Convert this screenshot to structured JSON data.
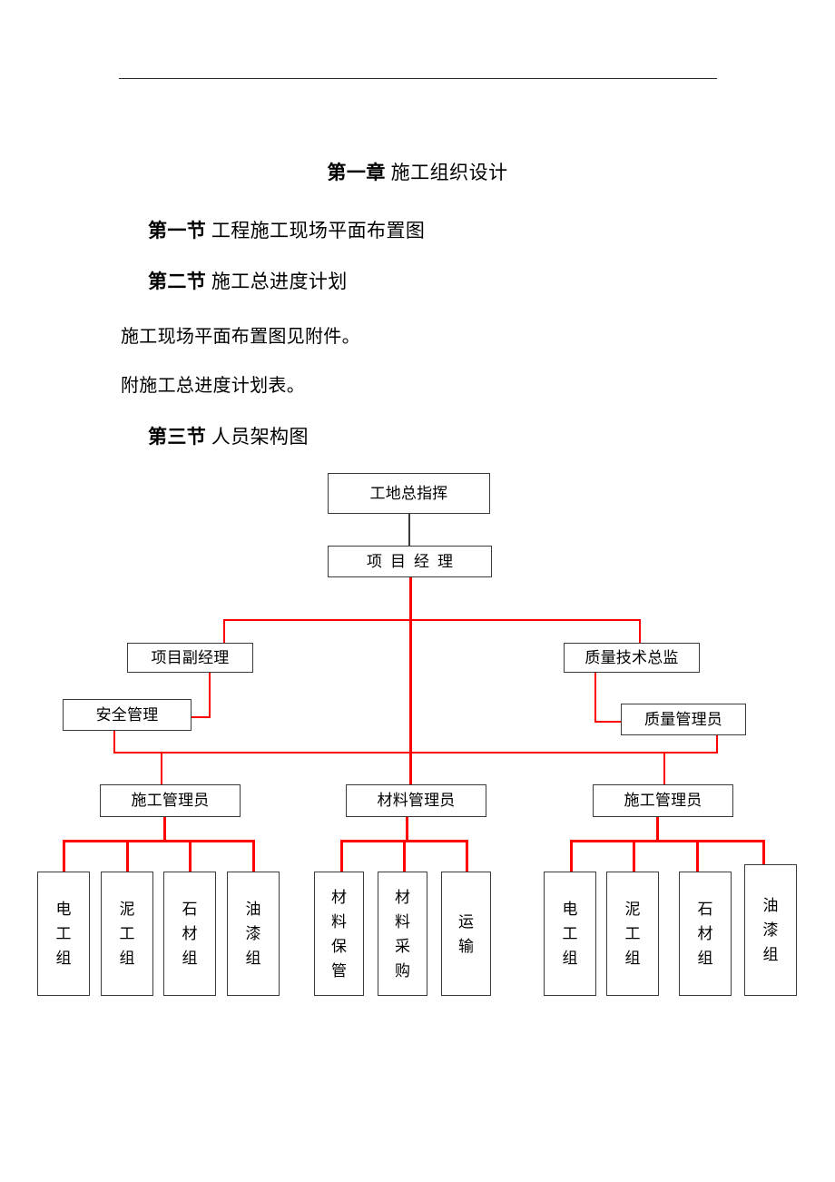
{
  "document": {
    "chapter": {
      "label": "第一章",
      "title": "施工组织设计"
    },
    "sections": [
      {
        "label": "第一节",
        "title": "工程施工现场平面布置图"
      },
      {
        "label": "第二节",
        "title": "施工总进度计划"
      },
      {
        "label": "第三节",
        "title": "人员架构图"
      }
    ],
    "paragraphs": [
      "施工现场平面布置图见附件。",
      "附施工总进度计划表。"
    ]
  },
  "org_chart": {
    "line_color": "#ff0000",
    "box_border_color": "#3a3a3a",
    "nodes": {
      "commander": "工地总指挥",
      "project_manager": "项目经理",
      "deputy_manager": "项目副经理",
      "quality_director": "质量技术总监",
      "safety_management": "安全管理",
      "quality_officer": "质量管理员",
      "construction_manager_left": "施工管理员",
      "material_manager": "材料管理员",
      "construction_manager_right": "施工管理员"
    },
    "leaves_left": [
      {
        "chars": [
          "电",
          "工",
          "组"
        ]
      },
      {
        "chars": [
          "泥",
          "工",
          "组"
        ]
      },
      {
        "chars": [
          "石",
          "材",
          "组"
        ]
      },
      {
        "chars": [
          "油",
          "漆",
          "组"
        ]
      }
    ],
    "leaves_middle": [
      {
        "chars": [
          "材",
          "料",
          "保",
          "管"
        ]
      },
      {
        "chars": [
          "材",
          "料",
          "采",
          "购"
        ]
      },
      {
        "chars": [
          "运",
          "输"
        ]
      }
    ],
    "leaves_right": [
      {
        "chars": [
          "电",
          "工",
          "组"
        ]
      },
      {
        "chars": [
          "泥",
          "工",
          "组"
        ]
      },
      {
        "chars": [
          "石",
          "材",
          "组"
        ]
      },
      {
        "chars": [
          "油",
          "漆",
          "组"
        ]
      }
    ]
  }
}
